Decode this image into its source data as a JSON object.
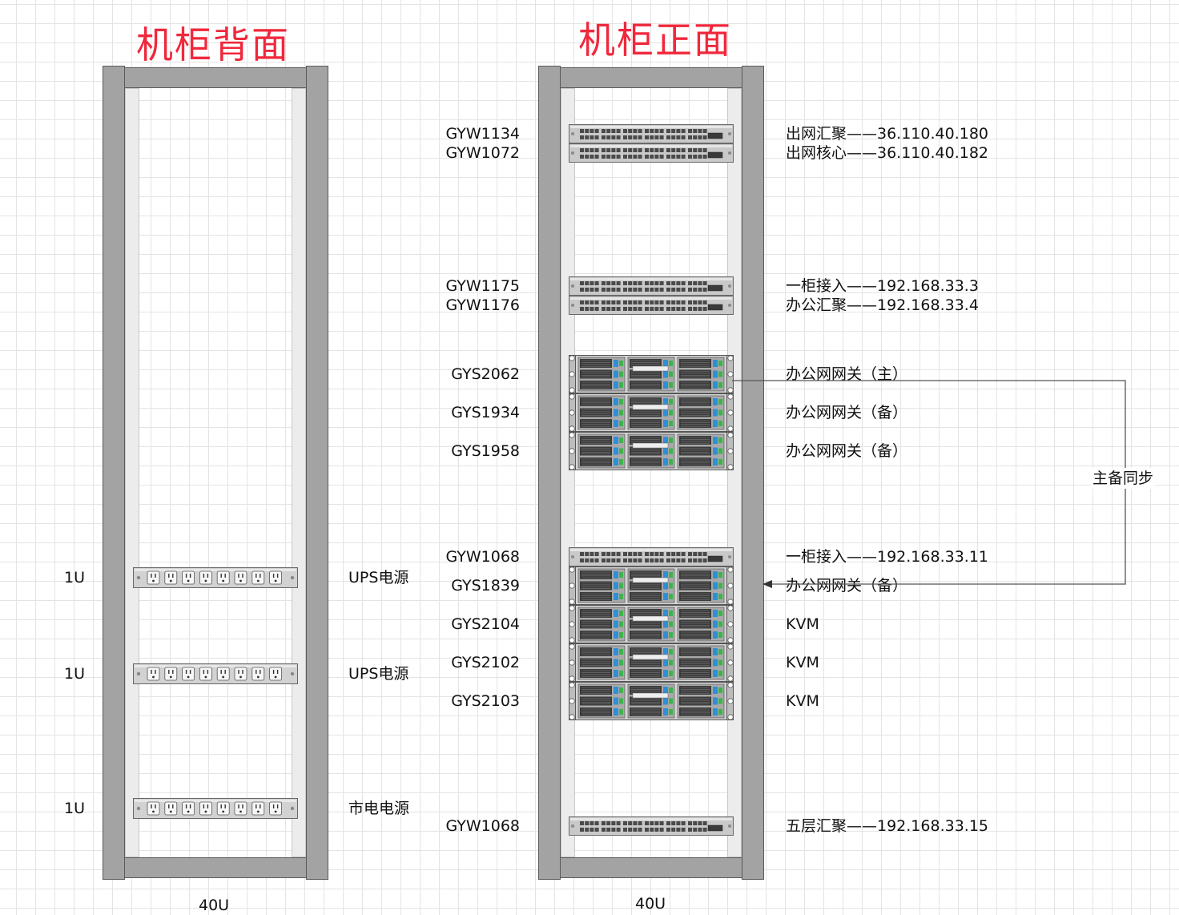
{
  "back": {
    "title": "机柜背面",
    "size_label": "40U",
    "units": [
      {
        "u": "1U",
        "name": "UPS电源"
      },
      {
        "u": "1U",
        "name": "UPS电源"
      },
      {
        "u": "1U",
        "name": "市电电源"
      }
    ]
  },
  "front": {
    "title": "机柜正面",
    "size_label": "40U",
    "devices": [
      {
        "id": "GYW1134",
        "desc": "出网汇聚——36.110.40.180",
        "kind": "switch"
      },
      {
        "id": "GYW1072",
        "desc": "出网核心——36.110.40.182",
        "kind": "switch"
      },
      {
        "id": "GYW1175",
        "desc": "一柜接入——192.168.33.3",
        "kind": "switch"
      },
      {
        "id": "GYW1176",
        "desc": "办公汇聚——192.168.33.4",
        "kind": "switch"
      },
      {
        "id": "GYS2062",
        "desc": "办公网网关（主）",
        "kind": "server"
      },
      {
        "id": "GYS1934",
        "desc": "办公网网关（备）",
        "kind": "server"
      },
      {
        "id": "GYS1958",
        "desc": "办公网网关（备）",
        "kind": "server"
      },
      {
        "id": "GYW1068",
        "desc": "一柜接入——192.168.33.11",
        "kind": "switch"
      },
      {
        "id": "GYS1839",
        "desc": "办公网网关（备）",
        "kind": "server"
      },
      {
        "id": "GYS2104",
        "desc": "KVM",
        "kind": "server"
      },
      {
        "id": "GYS2102",
        "desc": "KVM",
        "kind": "server"
      },
      {
        "id": "GYS2103",
        "desc": "KVM",
        "kind": "server"
      },
      {
        "id": "GYW1068",
        "desc": "五层汇聚——192.168.33.15",
        "kind": "switch"
      }
    ],
    "sync_label": "主备同步"
  },
  "colors": {
    "title": "#f0283c",
    "rack_frame": "#a3a3a3",
    "server_blue": "#2f8fd6",
    "server_green": "#3cb44b"
  }
}
